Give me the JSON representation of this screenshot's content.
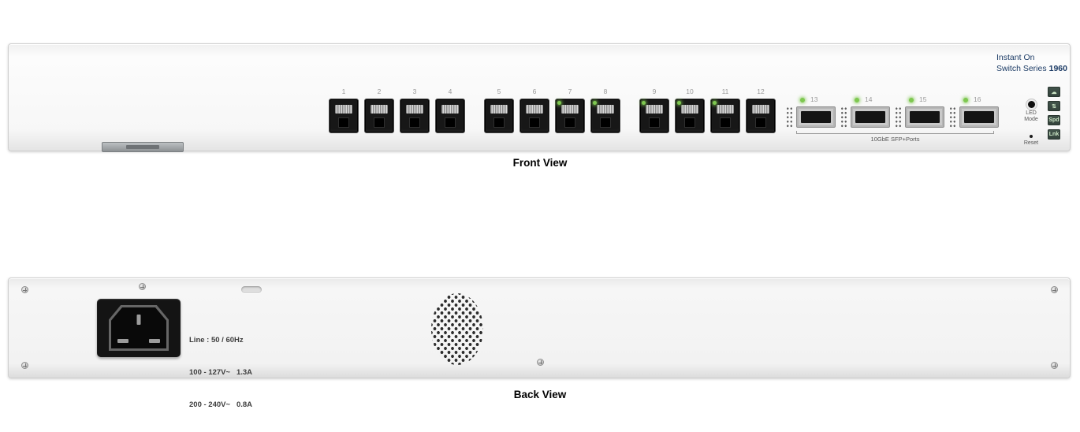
{
  "front": {
    "caption": "Front View",
    "brand": {
      "line1": "Instant On",
      "line2": "Switch Series",
      "model": "1960"
    },
    "groups": [
      {
        "ports": [
          {
            "n": "1",
            "led": false
          },
          {
            "n": "2",
            "led": false
          },
          {
            "n": "3",
            "led": false
          },
          {
            "n": "4",
            "led": false
          }
        ]
      },
      {
        "ports": [
          {
            "n": "5",
            "led": false
          },
          {
            "n": "6",
            "led": false
          },
          {
            "n": "7",
            "led": true
          },
          {
            "n": "8",
            "led": true
          }
        ]
      },
      {
        "ports": [
          {
            "n": "9",
            "led": true
          },
          {
            "n": "10",
            "led": true
          },
          {
            "n": "11",
            "led": true
          },
          {
            "n": "12",
            "led": false
          }
        ]
      }
    ],
    "sfp": {
      "label": "10GbE SFP+Ports",
      "ports": [
        {
          "n": "13",
          "led": true
        },
        {
          "n": "14",
          "led": true
        },
        {
          "n": "15",
          "led": true
        },
        {
          "n": "16",
          "led": true
        }
      ]
    },
    "controls": {
      "led_mode_label": "LED Mode",
      "reset_label": "Reset",
      "mode_leds": [
        {
          "name": "cloud-status-icon",
          "glyph": "☁"
        },
        {
          "name": "link-activity-icon",
          "glyph": "⇅"
        },
        {
          "name": "speed-mode-led",
          "glyph": "Spd"
        },
        {
          "name": "link-mode-led",
          "glyph": "Lnk"
        }
      ]
    }
  },
  "back": {
    "caption": "Back View",
    "power_specs": [
      "Line : 50 / 60Hz",
      "100 - 127V~   1.3A",
      "200 - 240V~   0.8A"
    ]
  },
  "colors": {
    "led_green": "#7ec850",
    "brand_navy": "#1d3c66",
    "chassis": "#f5f5f5"
  }
}
